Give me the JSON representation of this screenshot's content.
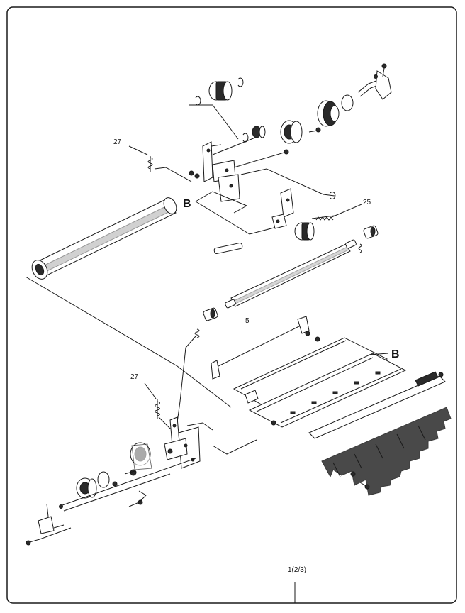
{
  "diagram": {
    "callouts": {
      "part_27_top": "27",
      "part_25": "25",
      "part_5": "5",
      "part_27_bottom": "27",
      "section_b_left": "B",
      "section_b_right": "B"
    },
    "page_ref": "1(2/3)"
  }
}
